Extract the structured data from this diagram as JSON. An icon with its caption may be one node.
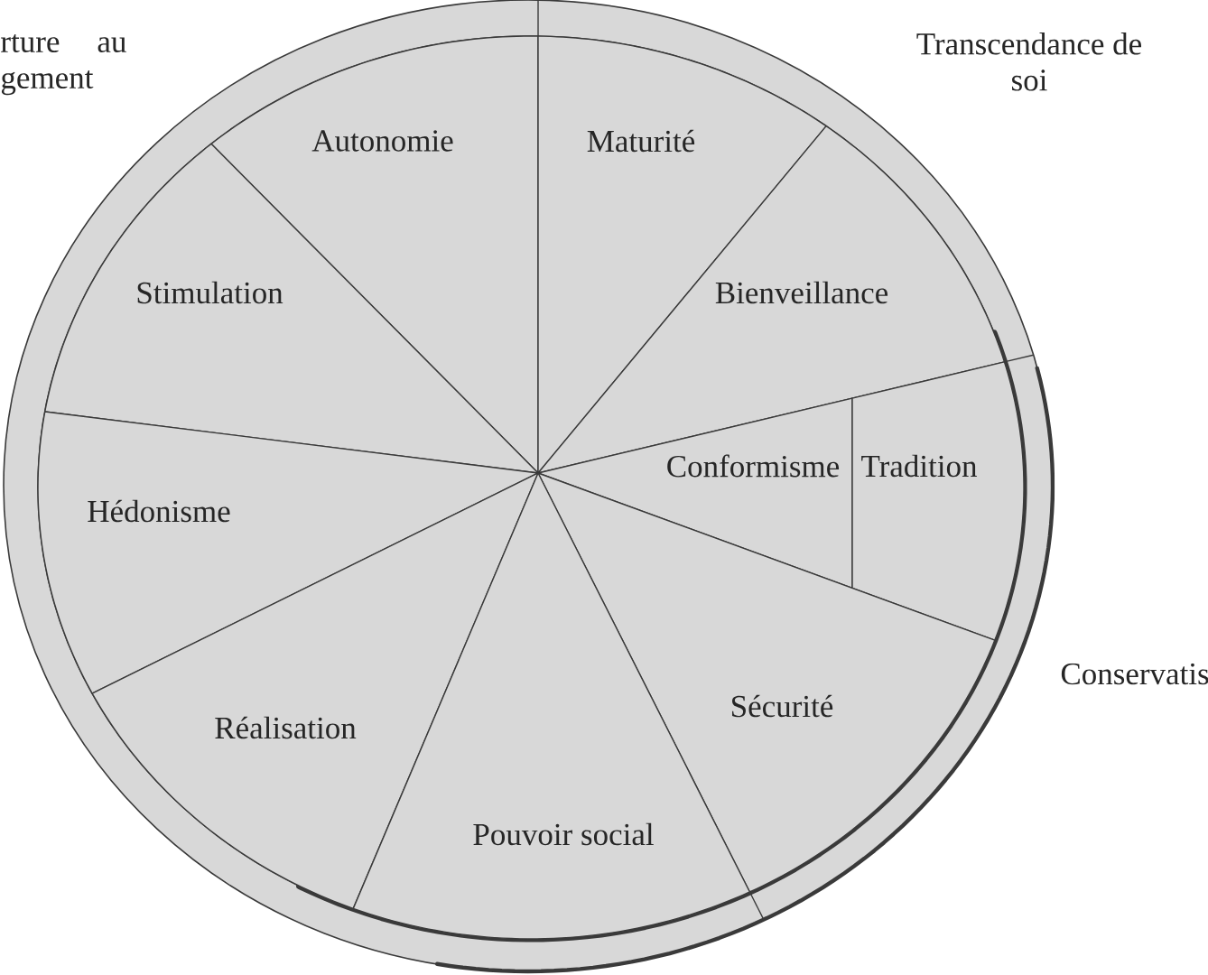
{
  "diagram": {
    "nodes": [
      {
        "text": [
          "Autonomie"
        ]
      },
      {
        "text": [
          "Maturité"
        ]
      },
      {
        "text": [
          "Stimulation"
        ]
      },
      {
        "text": [
          "Bienveillance"
        ]
      },
      {
        "text": [
          "Conformisme"
        ]
      },
      {
        "text": [
          "Tradition"
        ]
      },
      {
        "text": [
          "Hédonisme"
        ]
      },
      {
        "text": [
          "Sécurité"
        ]
      },
      {
        "text": [
          "Réalisation"
        ]
      },
      {
        "text": [
          "Pouvoir social"
        ]
      }
    ],
    "labels": [
      "rture au gement",
      "Transcendance de soi",
      "Conservatis"
    ]
  }
}
